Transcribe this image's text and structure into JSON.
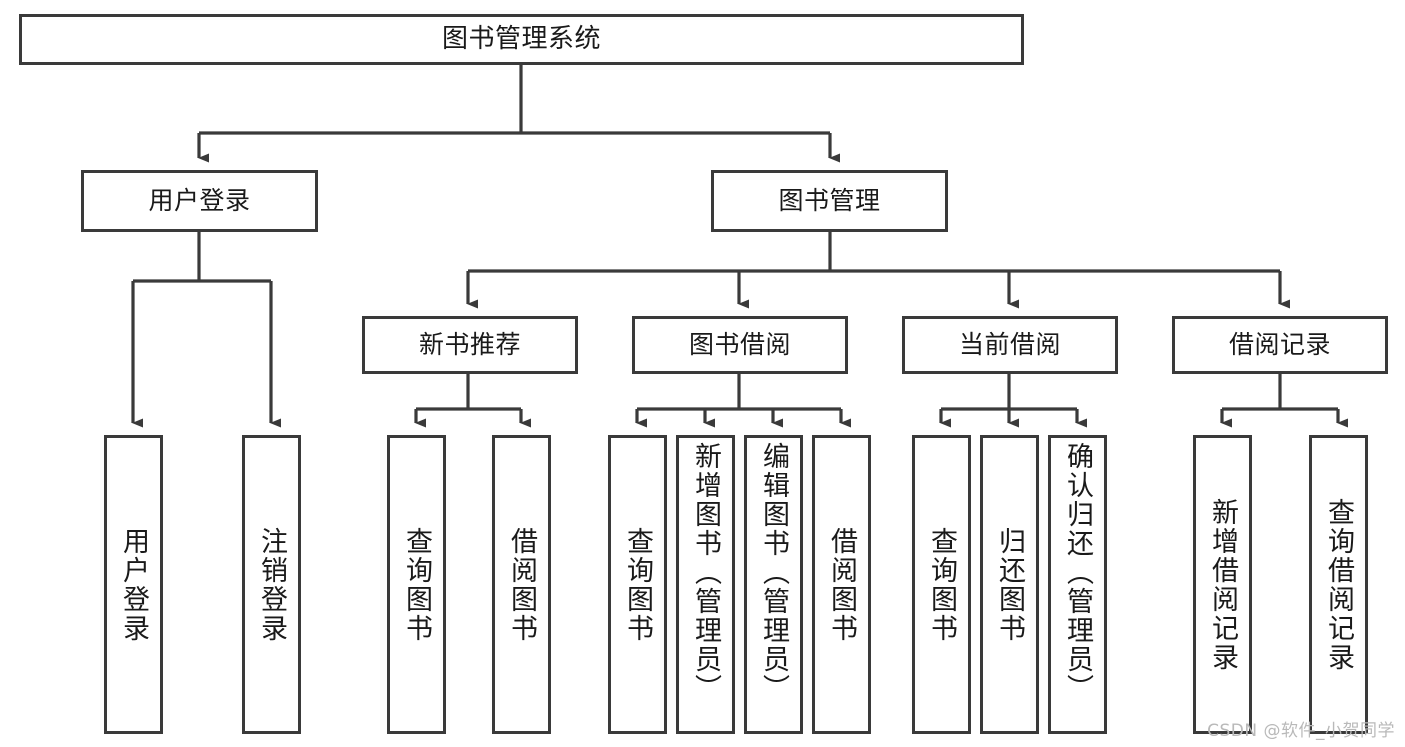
{
  "diagram": {
    "title": "图书管理系统",
    "type": "tree-hierarchy-chart",
    "watermark": "CSDN @软件_小贺同学",
    "line_color": "#3a3a3a",
    "box_fill": "#ffffff",
    "text_color": "#1a1a1a",
    "levels": {
      "level1": "图书管理系统",
      "level2": [
        "用户登录",
        "图书管理"
      ],
      "level3": [
        "新书推荐",
        "图书借阅",
        "当前借阅",
        "借阅记录"
      ],
      "level4_groups": [
        {
          "parent": "用户登录",
          "children": [
            "用户登录",
            "注销登录"
          ]
        },
        {
          "parent": "新书推荐",
          "children": [
            "查询图书",
            "借阅图书"
          ]
        },
        {
          "parent": "图书借阅",
          "children": [
            "查询图书",
            "新增图书（管理员）",
            "编辑图书（管理员）",
            "借阅图书"
          ]
        },
        {
          "parent": "当前借阅",
          "children": [
            "查询图书",
            "归还图书",
            "确认归还（管理员）"
          ]
        },
        {
          "parent": "借阅记录",
          "children": [
            "新增借阅记录",
            "查询借阅记录"
          ]
        }
      ]
    },
    "nodes": {
      "root": "图书管理系统",
      "user_login": "用户登录",
      "book_manage": "图书管理",
      "new_book_rec": "新书推荐",
      "book_borrow": "图书借阅",
      "current_borrow": "当前借阅",
      "borrow_record": "借阅记录",
      "leaf_user_login": "用户登录",
      "leaf_logout": "注销登录",
      "leaf_query_book_a": "查询图书",
      "leaf_borrow_book_a": "借阅图书",
      "leaf_query_book_b": "查询图书",
      "leaf_add_book": "新增图书（管理员）",
      "leaf_edit_book": "编辑图书（管理员）",
      "leaf_borrow_book_b": "借阅图书",
      "leaf_query_book_c": "查询图书",
      "leaf_return_book": "归还图书",
      "leaf_confirm_return": "确认归还（管理员）",
      "leaf_add_record": "新增借阅记录",
      "leaf_query_record": "查询借阅记录"
    }
  }
}
